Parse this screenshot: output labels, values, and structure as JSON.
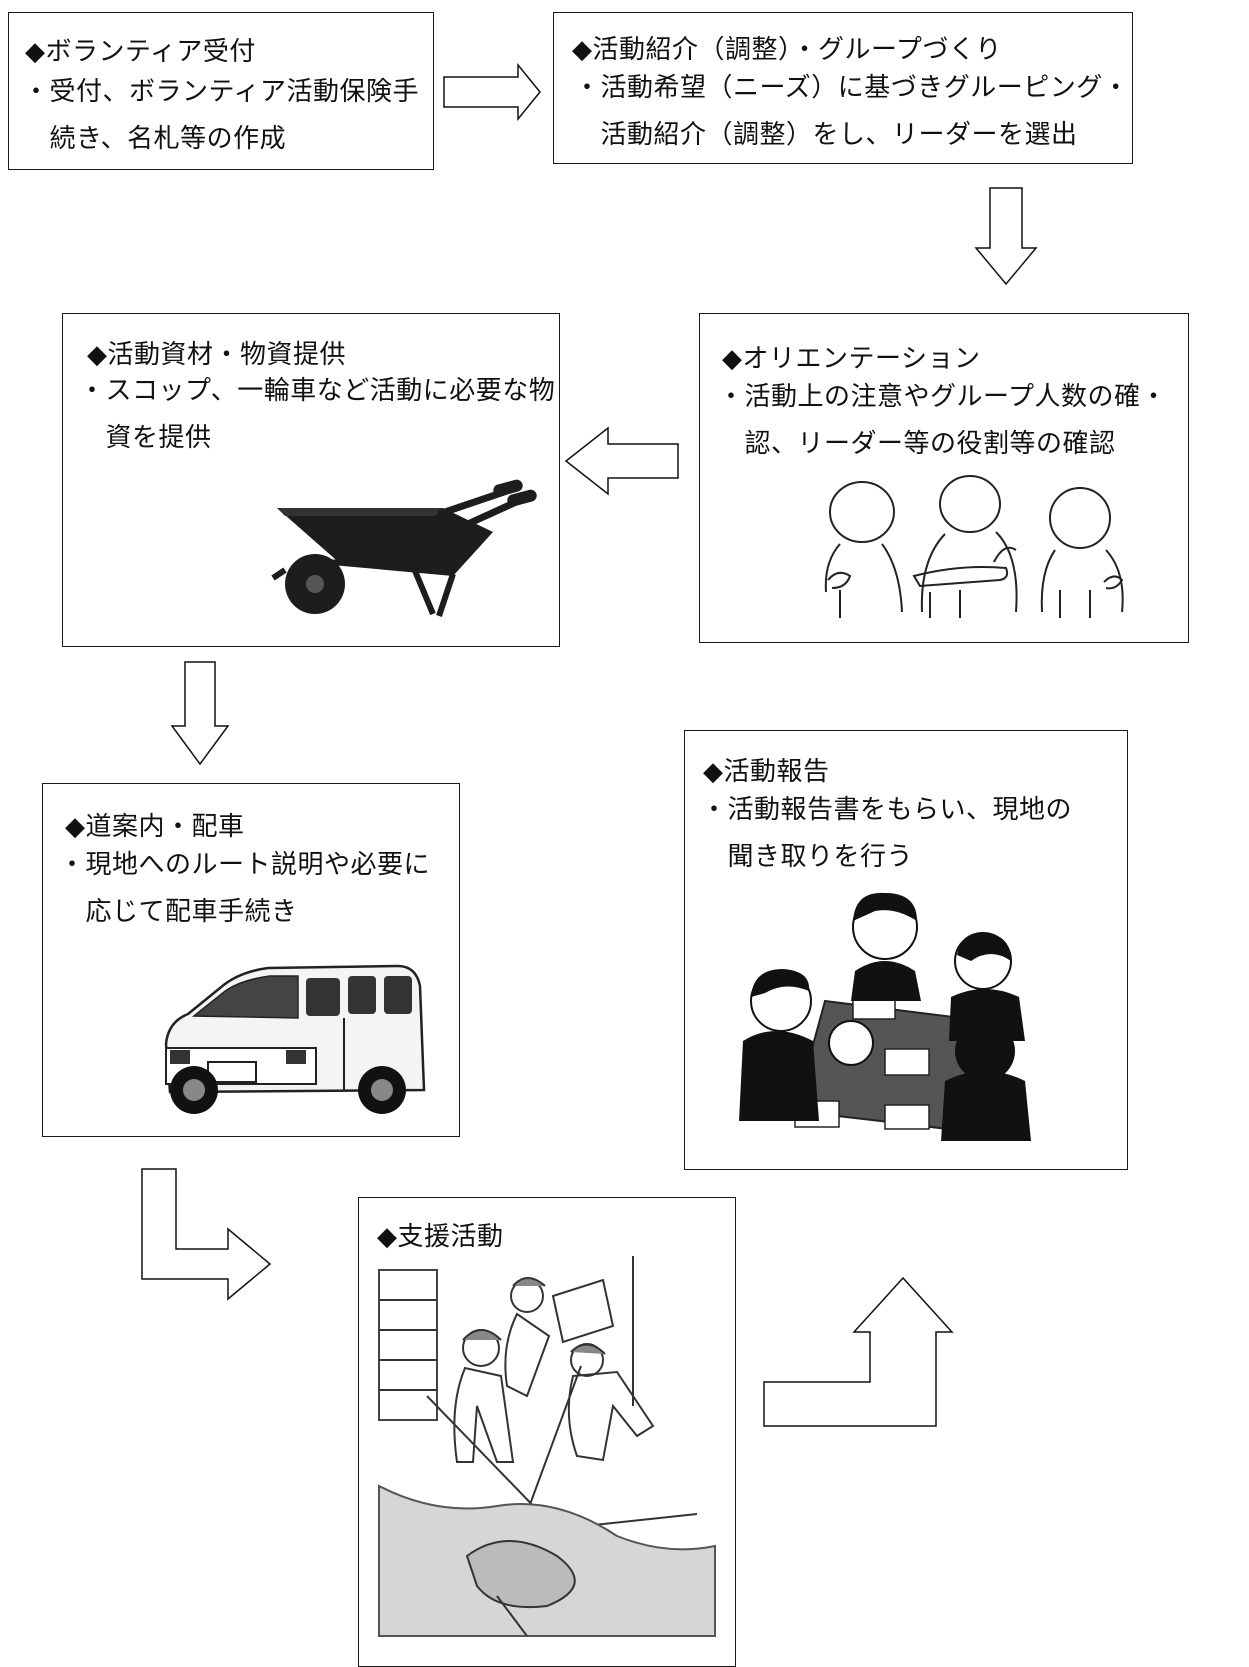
{
  "steps": {
    "reception": {
      "title": "◆ボランティア受付",
      "body": "・受付、ボランティア活動保険手\n　続き、名札等の作成"
    },
    "matching": {
      "title": "◆活動紹介（調整）・グループづくり",
      "body": "・活動希望（ニーズ）に基づきグルーピング・\n　活動紹介（調整）をし、リーダーを選出"
    },
    "orientation": {
      "title": "◆オリエンテーション",
      "body": "・活動上の注意やグループ人数の確・\n　認、リーダー等の役割等の確認",
      "image_icon": "people-meeting-icon"
    },
    "materials": {
      "title": "◆活動資材・物資提供",
      "body": "・スコップ、一輪車など活動に必要な物\n　資を提供",
      "image_icon": "wheelbarrow-icon"
    },
    "guidance": {
      "title": "◆道案内・配車",
      "body": "・現地へのルート説明や必要に\n　応じて配車手続き",
      "image_icon": "van-icon"
    },
    "support": {
      "title": "◆支援活動",
      "image_icon": "volunteers-digging-icon"
    },
    "report": {
      "title": "◆活動報告",
      "body": "・活動報告書をもらい、現地の\n　聞き取りを行う",
      "image_icon": "group-discussion-icon"
    }
  },
  "arrows": [
    "right-arrow-icon",
    "down-arrow-icon",
    "left-arrow-icon",
    "down-arrow-icon",
    "elbow-right-arrow-icon",
    "elbow-up-arrow-icon"
  ]
}
